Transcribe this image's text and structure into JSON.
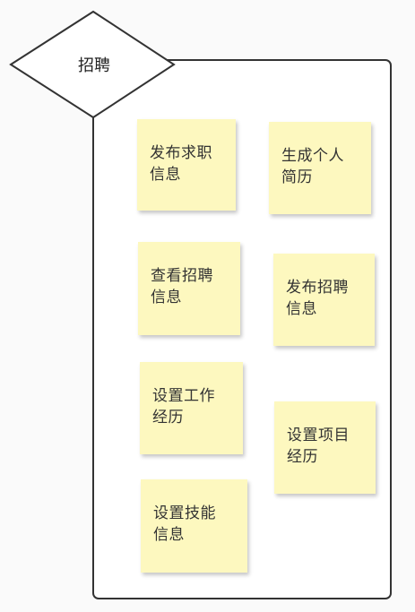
{
  "diagram": {
    "group_label": "招聘",
    "notes": [
      {
        "label": "发布求职\n信息"
      },
      {
        "label": "生成个人\n简历"
      },
      {
        "label": "查看招聘\n信息"
      },
      {
        "label": "发布招聘\n信息"
      },
      {
        "label": "设置工作\n经历"
      },
      {
        "label": "设置项目\n经历"
      },
      {
        "label": "设置技能\n信息"
      }
    ]
  }
}
